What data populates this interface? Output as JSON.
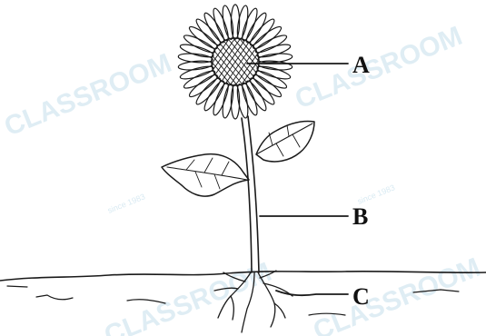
{
  "diagram": {
    "labels": [
      {
        "id": "A",
        "text": "A"
      },
      {
        "id": "B",
        "text": "B"
      },
      {
        "id": "C",
        "text": "C"
      }
    ]
  },
  "watermark": {
    "text": "CLASSROOM",
    "tagline": "since 1983",
    "color": "#b9d9e8"
  },
  "colors": {
    "ink": "#1a1a1a",
    "background": "#ffffff"
  }
}
